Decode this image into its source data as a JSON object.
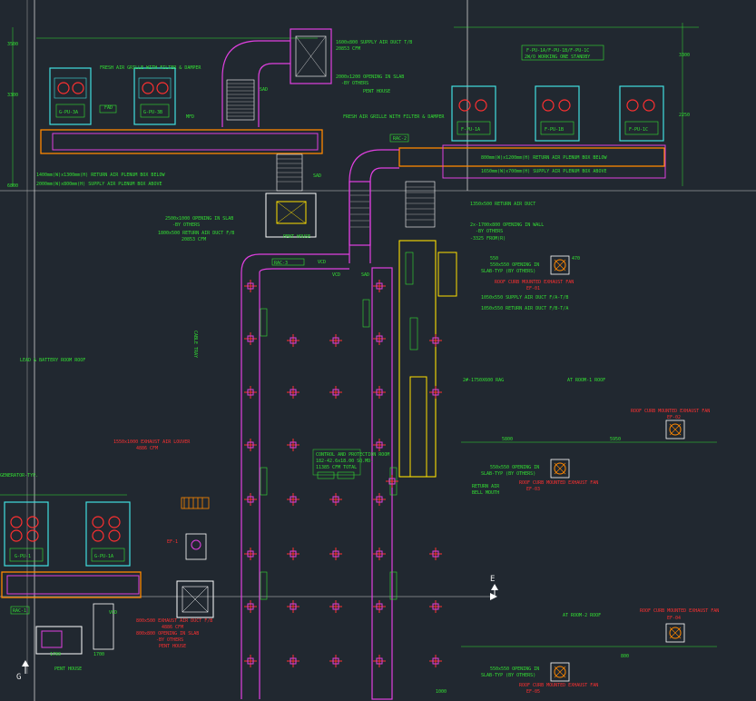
{
  "units": {
    "gpu3a": "G-PU-3A",
    "gpu3b": "G-PU-3B",
    "fpu1a": "F-PU-1A",
    "fpu1b": "F-PU-1B",
    "fpu1c": "F-PU-1C",
    "gpu1": "G-PU-1",
    "gpu1a": "G-PU-1A",
    "ef1": "EF-1"
  },
  "notes": {
    "standby": "F-PU-1A/F-PU-1B/F-PU-1C",
    "standby2": "2W/O WORKING ONE STANDBY",
    "fresh_air_grille": "FRESH AIR GRILLE WITH FILTER & DAMPER",
    "fresh_air_grille2": "FRESH AIR GRILLE WITH FILTER & DAMPER",
    "supply_duct_top": "1600x800 SUPPLY AIR DUCT T/B",
    "cfm_top": "20853 CFM",
    "opening_top": "2000x1200 OPENING IN SLAB",
    "by_others": "-BY OTHERS",
    "penthouse_top": "PENT HOUSE",
    "return_plenum_left": "1400mm(W)x1300mm(H) RETURN AIR PLENUM BOX BELOW",
    "supply_plenum_left": "2000mm(W)x800mm(H) SUPPLY AIR PLENUM BOX ABOVE",
    "return_plenum_right": "800mm(W)x1200mm(H) RETURN AIR PLENUM BOX BELOW",
    "supply_plenum_right": "1650mm(W)x700mm(H) SUPPLY AIR PLENUM BOX ABOVE",
    "opening_slab_mid": "2500x1000 OPENING IN SLAB",
    "by_others_mid": "-BY OTHERS",
    "return_duct_mid": "1800x500 RETURN AIR DUCT F/B",
    "cfm_mid": "20853 CFM",
    "penthouse_mid": "PENT HOUSE",
    "return_duct_right": "1350x500 RETURN AIR DUCT",
    "opening_wall": "2x-1700x800 OPENING IN WALL",
    "by_others_wall": "-BY OTHERS",
    "cfm_wall": "-3325 FROM(R)",
    "opening_slab_r1": "550x550 OPENING IN",
    "slab_typ": "SLAB-TYP (BY OTHERS)",
    "roof_curb_fan1": "ROOF CURB MOUNTED EXHAUST FAN",
    "ef_tag1": "EF-01",
    "supply_duct_right": "1050x550 SUPPLY AIR DUCT F/A-T/B",
    "return_duct_right2": "1050x550 RETURN AIR DUCT F/B-T/A",
    "cable_tray": "CABLE TRAY",
    "battery_room": "LEAD & BATTERY ROOM ROOF",
    "rag": "2#-1750X600 RAG",
    "room_roof1": "AT ROOM-1 ROOF",
    "roof_curb_fan2": "ROOF CURB MOUNTED EXHAUST FAN",
    "ef_tag2": "EF-02",
    "opening_slab_r2": "550x550 OPENING IN",
    "slab_typ2": "SLAB-TYP (BY OTHERS)",
    "roof_curb_fan3": "ROOF CURB MOUNTED EXHAUST FAN",
    "ef_tag3": "EF-03",
    "return_air_bell": "RETURN AIR",
    "return_air_bell2": "BELL MOUTH",
    "control_room": "CONTROL AND PROTECTION ROOM",
    "control_room2": "182-42.6x18.00 SQ.MD.",
    "control_room3": "11385 CFM TOTAL",
    "exhaust_louver": "1550x1000 EXHAUST AIR LOUVER",
    "cfm_louver": "4886 CFM",
    "exhaust_duct": "800x500 EXHAUST AIR DUCT F/B",
    "cfm_exhaust": "4886 CFM",
    "opening_slab_low": "800x800 OPENING IN SLAB",
    "by_others_low": "-BY OTHERS",
    "penthouse_low": "PENT HOUSE",
    "penthouse_bottom": "PENT HOUSE",
    "room2_roof": "AT ROOM-2 ROOF",
    "roof_curb_fan4": "ROOF CURB MOUNTED EXHAUST FAN",
    "ef_tag4": "EF-04",
    "opening_slab_r3": "550x550 OPENING IN",
    "slab_typ3": "SLAB-TYP (BY OTHERS)",
    "roof_curb_fan5": "ROOF CURB MOUNTED EXHAUST FAN",
    "ef_tag5": "EF-05",
    "generator_typ": "GENERATOR-TYP."
  },
  "grid": {
    "e": "E",
    "g": "G"
  },
  "dims": {
    "d3300a": "3300",
    "d3300b": "3300",
    "d3500": "3500",
    "d6800": "6800",
    "d2250": "2250",
    "d5800": "5800",
    "d1700a": "1700",
    "d1700b": "1700",
    "d550": "550",
    "d470": "470",
    "d5950": "5950",
    "d1000": "1000",
    "d800": "800"
  },
  "tags": {
    "rac_a": "RAC-3",
    "rac_b": "RAC-2",
    "rac_c": "RAC-1",
    "sad": "SAD",
    "vcd": "VCD",
    "mfd": "MFD",
    "fad": "FAD"
  },
  "colors": {
    "background": "#212830",
    "duct_magenta": "#e040e0",
    "text_green": "#33e033",
    "text_red": "#ff3030",
    "unit_cyan": "#40e0e0",
    "plenum_orange": "#ff8800"
  }
}
